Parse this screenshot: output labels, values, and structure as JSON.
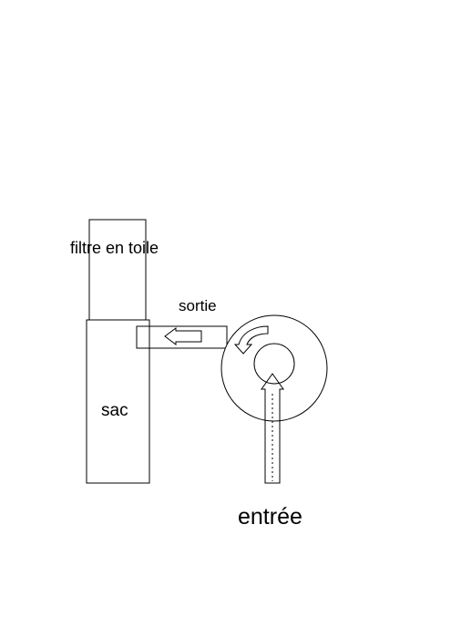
{
  "diagram": {
    "labels": {
      "filtre": "filtre en toile",
      "sortie": "sortie",
      "sac": "sac",
      "entree": "entrée"
    },
    "colors": {
      "line": "#000000",
      "background": "#ffffff"
    }
  }
}
